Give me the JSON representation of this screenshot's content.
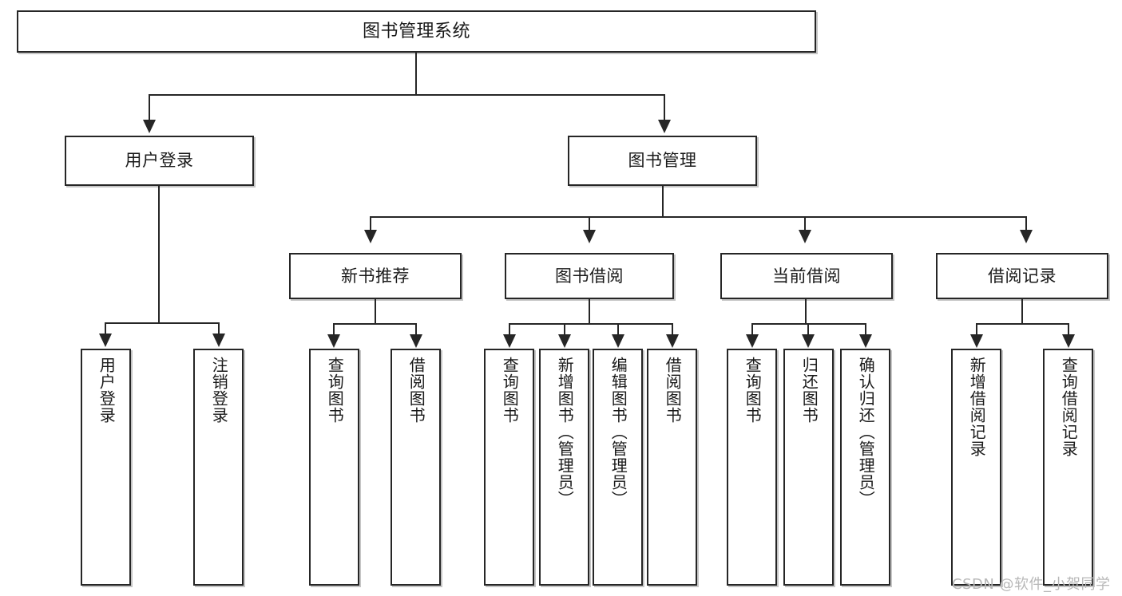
{
  "diagram": {
    "type": "tree-hierarchy",
    "title": "图书管理系统",
    "watermark": "CSDN @软件_小贺同学",
    "colors": {
      "box_border": "#262626",
      "box_fill": "#ffffff",
      "connector": "#262626",
      "text": "#1a1a1a",
      "watermark": "#b8b8b8",
      "background": "#ffffff"
    },
    "nodes": {
      "root": {
        "label": "图书管理系统"
      },
      "level1": [
        {
          "label": "用户登录"
        },
        {
          "label": "图书管理"
        }
      ],
      "level2": [
        {
          "label": "新书推荐"
        },
        {
          "label": "图书借阅"
        },
        {
          "label": "当前借阅"
        },
        {
          "label": "借阅记录"
        }
      ],
      "leaves": {
        "user_login": [
          {
            "label": "用户登录"
          },
          {
            "label": "注销登录"
          }
        ],
        "new_book": [
          {
            "label": "查询图书"
          },
          {
            "label": "借阅图书"
          }
        ],
        "borrow_book": [
          {
            "label": "查询图书"
          },
          {
            "label": "新增图书（管理员）"
          },
          {
            "label": "编辑图书（管理员）"
          },
          {
            "label": "借阅图书"
          }
        ],
        "current_borrow": [
          {
            "label": "查询图书"
          },
          {
            "label": "归还图书"
          },
          {
            "label": "确认归还（管理员）"
          }
        ],
        "borrow_record": [
          {
            "label": "新增借阅记录"
          },
          {
            "label": "查询借阅记录"
          }
        ]
      }
    }
  }
}
